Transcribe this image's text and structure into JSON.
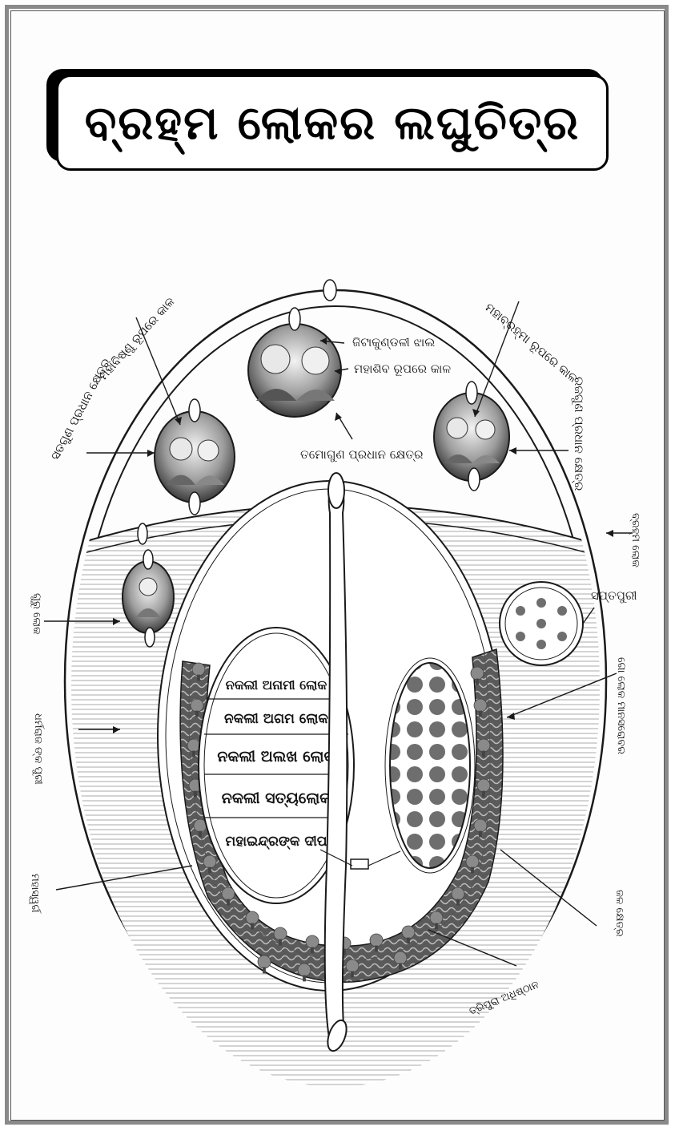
{
  "title": "ବ୍ରହ୍ମ ଲୋକର ଲଘୁଚିତ୍ର",
  "labels": {
    "jatakundali": "ଜିଟାକୁଣ୍ଡଳୀ ଝାଲ",
    "mahashiva": "ମହାଶିବ ରୂପରେ କାଳ",
    "tamogun": "ତମୋଗୁଣ ପ୍ରଧାନ କ୍ଷେତ୍ର",
    "mahavishnu": "ମହାବିଷ୍ଣୁ ରୂପରେ କାଳ",
    "satogun": "ସତଗୁଣ ପ୍ରଧାନ କ୍ଷେତ୍ର",
    "mahabrahma": "ମହାବ୍ରହ୍ମା ରୂପରେ କାଳ",
    "rajogun": "ରଜଗୁଣ ପ୍ରଧାନ କ୍ଷେତ୍ର",
    "brahma_lok": "ବ୍ରହ୍ମ ଲୋକ",
    "guru_lok": "ଗୁରୁ ଲୋକ",
    "saptapuri": "ସପ୍ତପୁରୀ",
    "gaulok": "ଗୋ ଲୋକ ମାନସରୋବର",
    "dharmaraj": "ଧର୍ମରାଜ ଙ୍କ ପୁରୀ",
    "mahasvarg": "ମହାସ୍ୱର୍ଗ",
    "jal_kshetra": "ଜଳ କ୍ଷେତ୍ର",
    "tripura": "ତ୍ରିପୁରା ଅଧିଷ୍ଠାନ"
  },
  "realms": [
    "ନକଲୀ ଅନାମୀ ଲୋକ",
    "ନକଲୀ ଅଗମ ଲୋକ",
    "ନକଲୀ ଅଲଖ ଲୋକ",
    "ନକଲୀ ସତ୍ୟଲୋକ",
    "ମହାଇନ୍ଦ୍ରଙ୍କ ଦୀପ"
  ],
  "colors": {
    "line": "#1a1a1a",
    "hatch": "#9a9a9a",
    "dot": "#6e6e6e",
    "wave": "#4a4a4a",
    "portrait_bg": "#cfcfcf"
  },
  "icons": [
    "shiva-parvati-portrait-icon",
    "vishnu-lakshmi-portrait-icon",
    "brahma-savitri-portrait-icon",
    "deity-portrait-icon",
    "tree-icon"
  ]
}
